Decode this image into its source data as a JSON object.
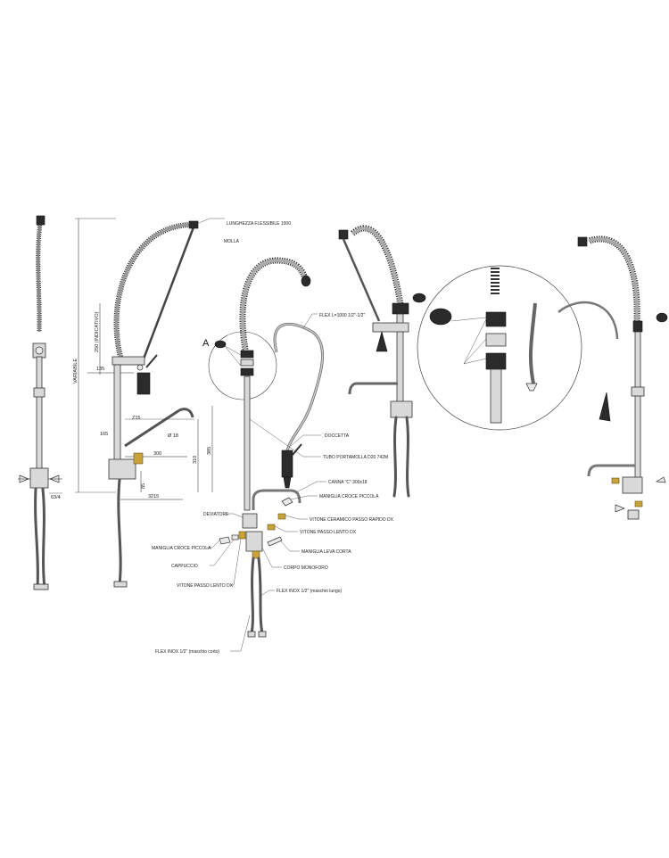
{
  "labels": {
    "lunghezza": "LUNGHEZZA FLESSIBILE 1000",
    "molla": "MOLLA",
    "flex": "FLEX L=1000 1/2\"-1/2\"",
    "doccetta": "DOCCETTA",
    "tubo": "TUBO PORTAMOLLA D20 742M",
    "canna": "CANNA \"C\" 300x18",
    "maniglia_croce_dx": "MANIGLIA CROCE PICCOLA",
    "deviatore": "DEVIATORE",
    "vitone_rapido": "VITONE CERAMICO PASSO RAPIDO DX",
    "vitone_lento_r": "VITONE PASSO LENTO DX",
    "maniglia_croce_sx": "MANIGLIA CROCE PICCOLA",
    "maniglia_leva": "MANIGLIA LEVA CORTA",
    "cappuccio": "CAPPUCCIO",
    "corpo": "CORPO MONOFORO",
    "vitone_lento_l": "VITONE PASSO LENTO DX",
    "flex_lungo": "FLEX INOX 1/2\" (maschio lungo)",
    "flex_corto": "FLEX INOX 1/2\" (maschio corto)",
    "detail": "A"
  },
  "dimensions": {
    "variabile": "VARIABILE",
    "d250": "250 (INDICATIVO)",
    "d135": "135",
    "d215": "Z15",
    "d165": "165",
    "d300": "300",
    "d310": "310",
    "d385": "385",
    "d85": "85",
    "d3215": "3215",
    "d63": "63/4",
    "dia18": "Ø 18"
  },
  "colors": {
    "steel": "#d9d9d9",
    "dark": "#2b2b2b",
    "brass": "#c9a23c"
  }
}
